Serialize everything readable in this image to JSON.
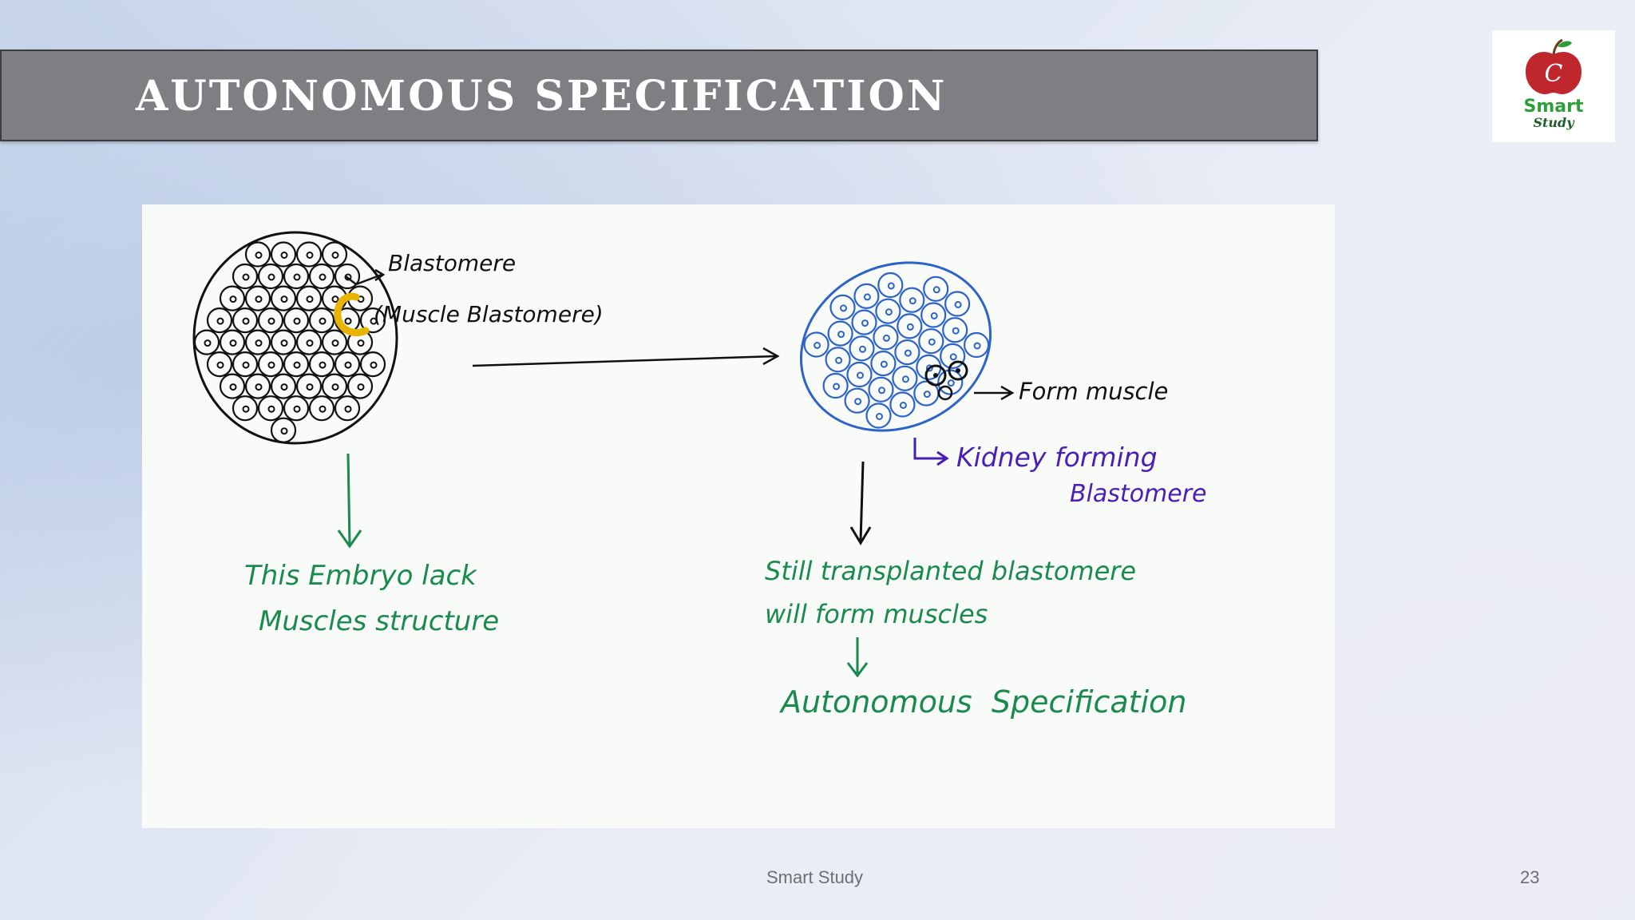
{
  "slide": {
    "title": "AUTONOMOUS  SPECIFICATION",
    "footer_center": "Smart Study",
    "page_number": "23"
  },
  "logo": {
    "line1": "Smart",
    "line2": "Study",
    "apple_letter": "C"
  },
  "diagram": {
    "label_blastomere": "Blastomere",
    "label_muscle_blastomere": "(Muscle Blastomere)",
    "label_form_muscle": "Form muscle",
    "label_kidney_line1": "Kidney forming",
    "label_kidney_line2": "Blastomere",
    "left_result_line1": "This Embryo lack",
    "left_result_line2": "Muscles structure",
    "right_result_line1": "Still transplanted blastomere",
    "right_result_line2": "will form muscles",
    "conclusion": "Autonomous  Specification"
  },
  "colors": {
    "title_bar": "#7f7e82",
    "ink_black": "#111111",
    "ink_blue": "#2d63c8",
    "ink_green": "#1a8a4e",
    "ink_purple": "#4a1fb5",
    "highlight_yellow": "#e8b400",
    "logo_red": "#c0272d",
    "logo_green": "#2e9e3a"
  }
}
